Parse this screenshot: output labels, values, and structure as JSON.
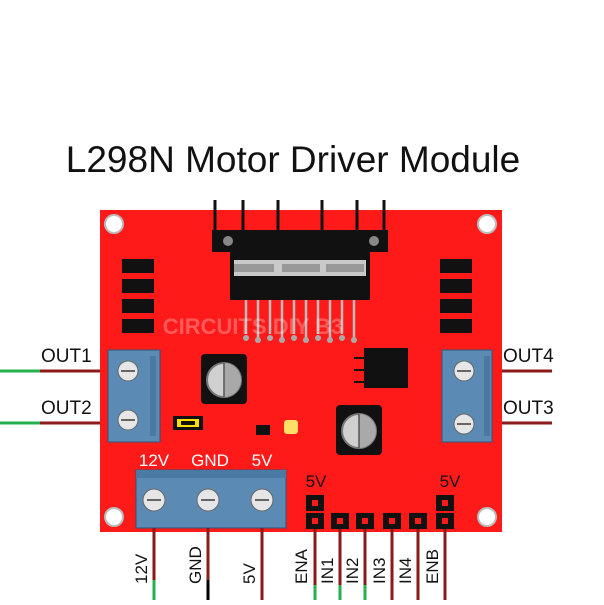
{
  "title": "L298N Motor Driver Module",
  "watermark": "CIRCUITS DIY B3",
  "outputs": {
    "out1": "OUT1",
    "out2": "OUT2",
    "out3": "OUT3",
    "out4": "OUT4"
  },
  "power_terminal_labels": [
    "12V",
    "GND",
    "5V"
  ],
  "bottom_pins": [
    "12V",
    "GND",
    "5V",
    "ENA",
    "IN1",
    "IN2",
    "IN3",
    "IN4",
    "ENB"
  ],
  "header_5v_left": "5V",
  "header_5v_right": "5V",
  "colors": {
    "board": "#ff1a1a",
    "terminal": "#5b8bb5",
    "wire_green": "#22b14c",
    "wire_red": "#8b1a1a",
    "wire_black": "#000000",
    "jumper": "#ffdd00"
  }
}
